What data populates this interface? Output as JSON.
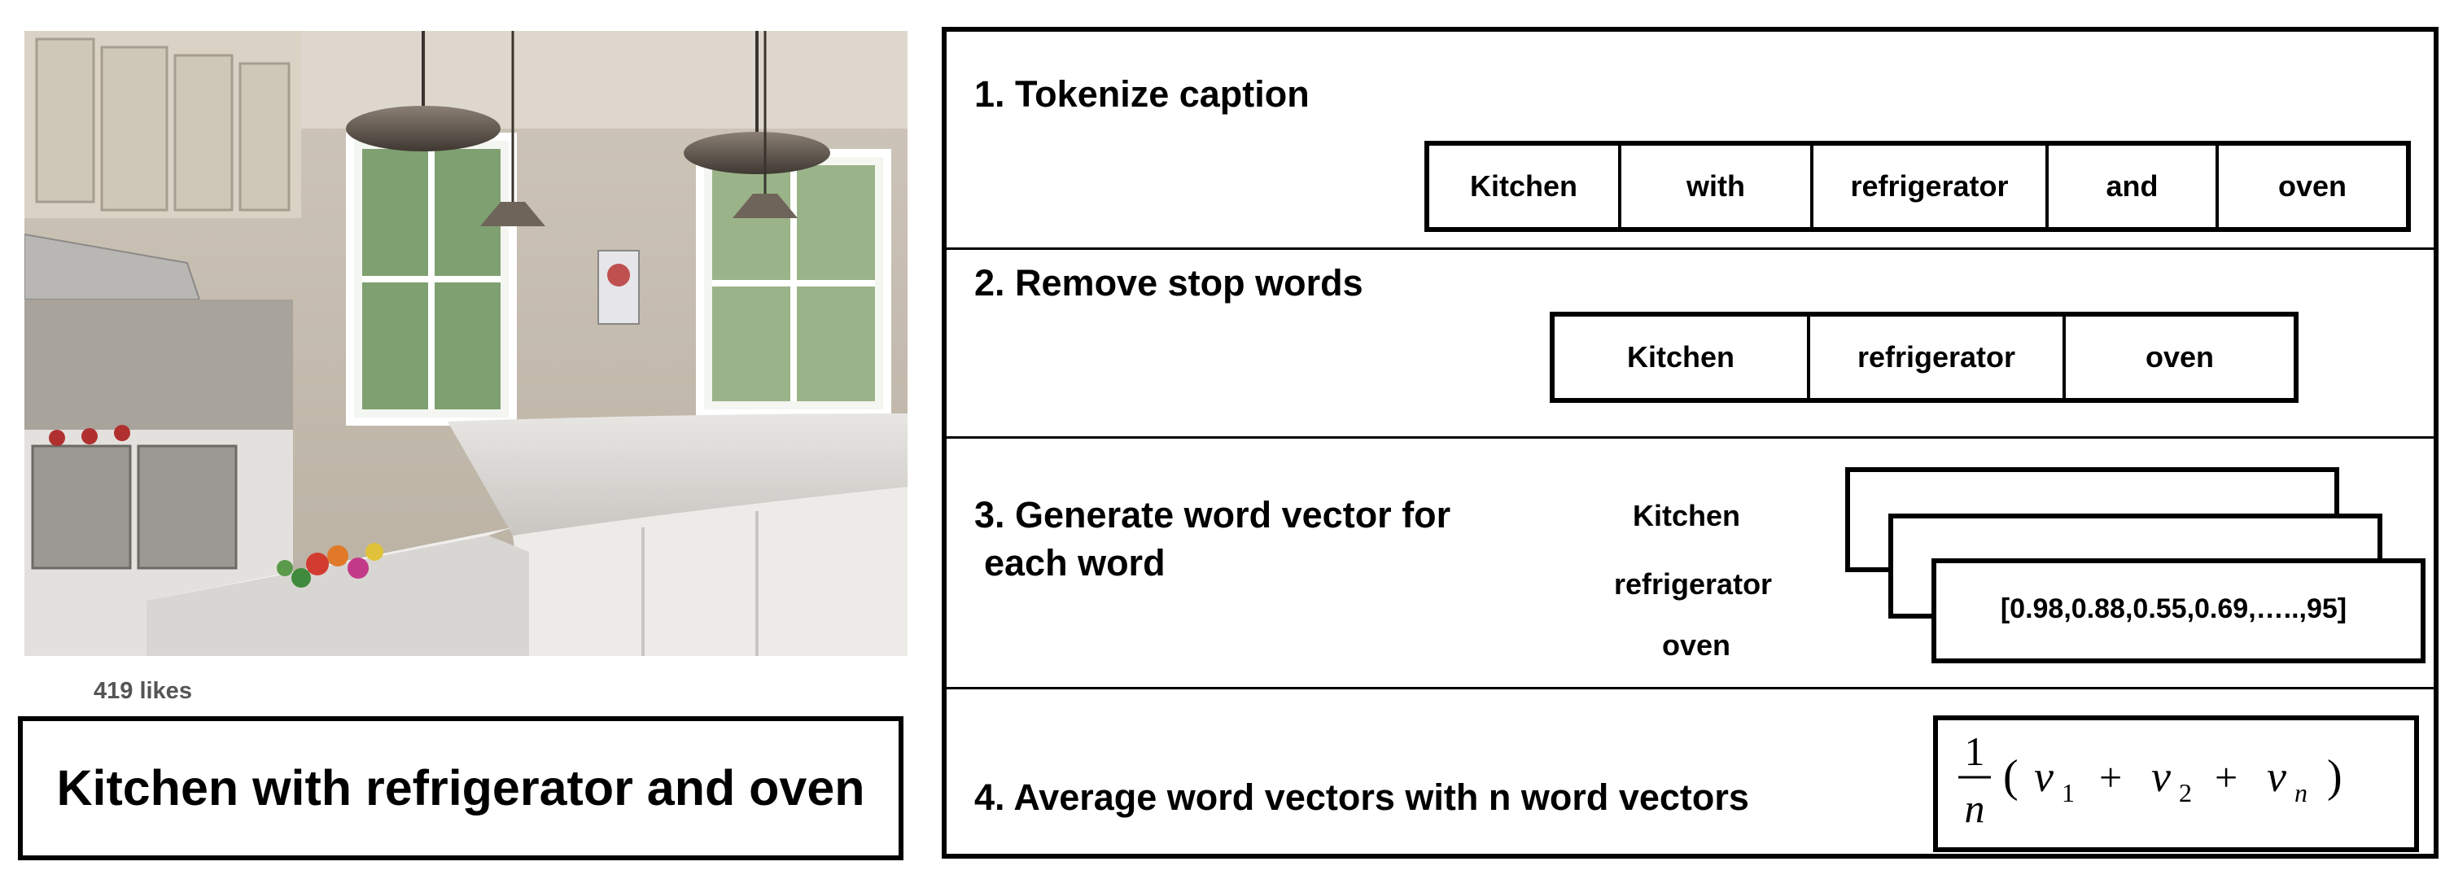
{
  "photo": {
    "likes": "419 likes",
    "caption": "Kitchen with refrigerator and oven"
  },
  "steps": {
    "step1": {
      "title": "1. Tokenize caption",
      "tokens": [
        "Kitchen",
        "with",
        "refrigerator",
        "and",
        "oven"
      ]
    },
    "step2": {
      "title": "2. Remove stop words",
      "tokens": [
        "Kitchen",
        "refrigerator",
        "oven"
      ]
    },
    "step3": {
      "title_line1": "3. Generate word vector for",
      "title_line2": "each word",
      "words": [
        "Kitchen",
        "refrigerator",
        "oven"
      ],
      "vector": "[0.98,0.88,0.55,0.69,…..,95]"
    },
    "step4": {
      "title": "4.  Average word vectors with n word vectors",
      "formula": {
        "numerator": "1",
        "denominator": "n",
        "open": "(",
        "v": "v",
        "sub1": "1",
        "sub2": "2",
        "subn": "n",
        "plus": "+",
        "close": ")"
      }
    }
  }
}
